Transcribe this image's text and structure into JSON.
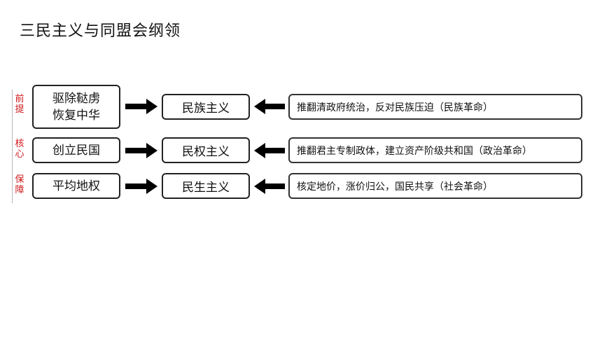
{
  "page": {
    "title": "三民主义与同盟会纲领"
  },
  "rows": [
    {
      "side": "前提",
      "left": [
        "驱除鞑虏",
        "恢复中华"
      ],
      "middle": "民族主义",
      "right": "推翻清政府统治，反对民族压迫（民族革命）"
    },
    {
      "side": "核心",
      "left": [
        "创立民国"
      ],
      "middle": "民权主义",
      "right": "推翻君主专制政体，建立资产阶级共和国（政治革命）"
    },
    {
      "side": "保障",
      "left": [
        "平均地权"
      ],
      "middle": "民生主义",
      "right": "核定地价，涨价归公，国民共享（社会革命）"
    }
  ],
  "colors": {
    "side_label": "#d0191b",
    "arrow": "#000000",
    "border": "#222222"
  }
}
